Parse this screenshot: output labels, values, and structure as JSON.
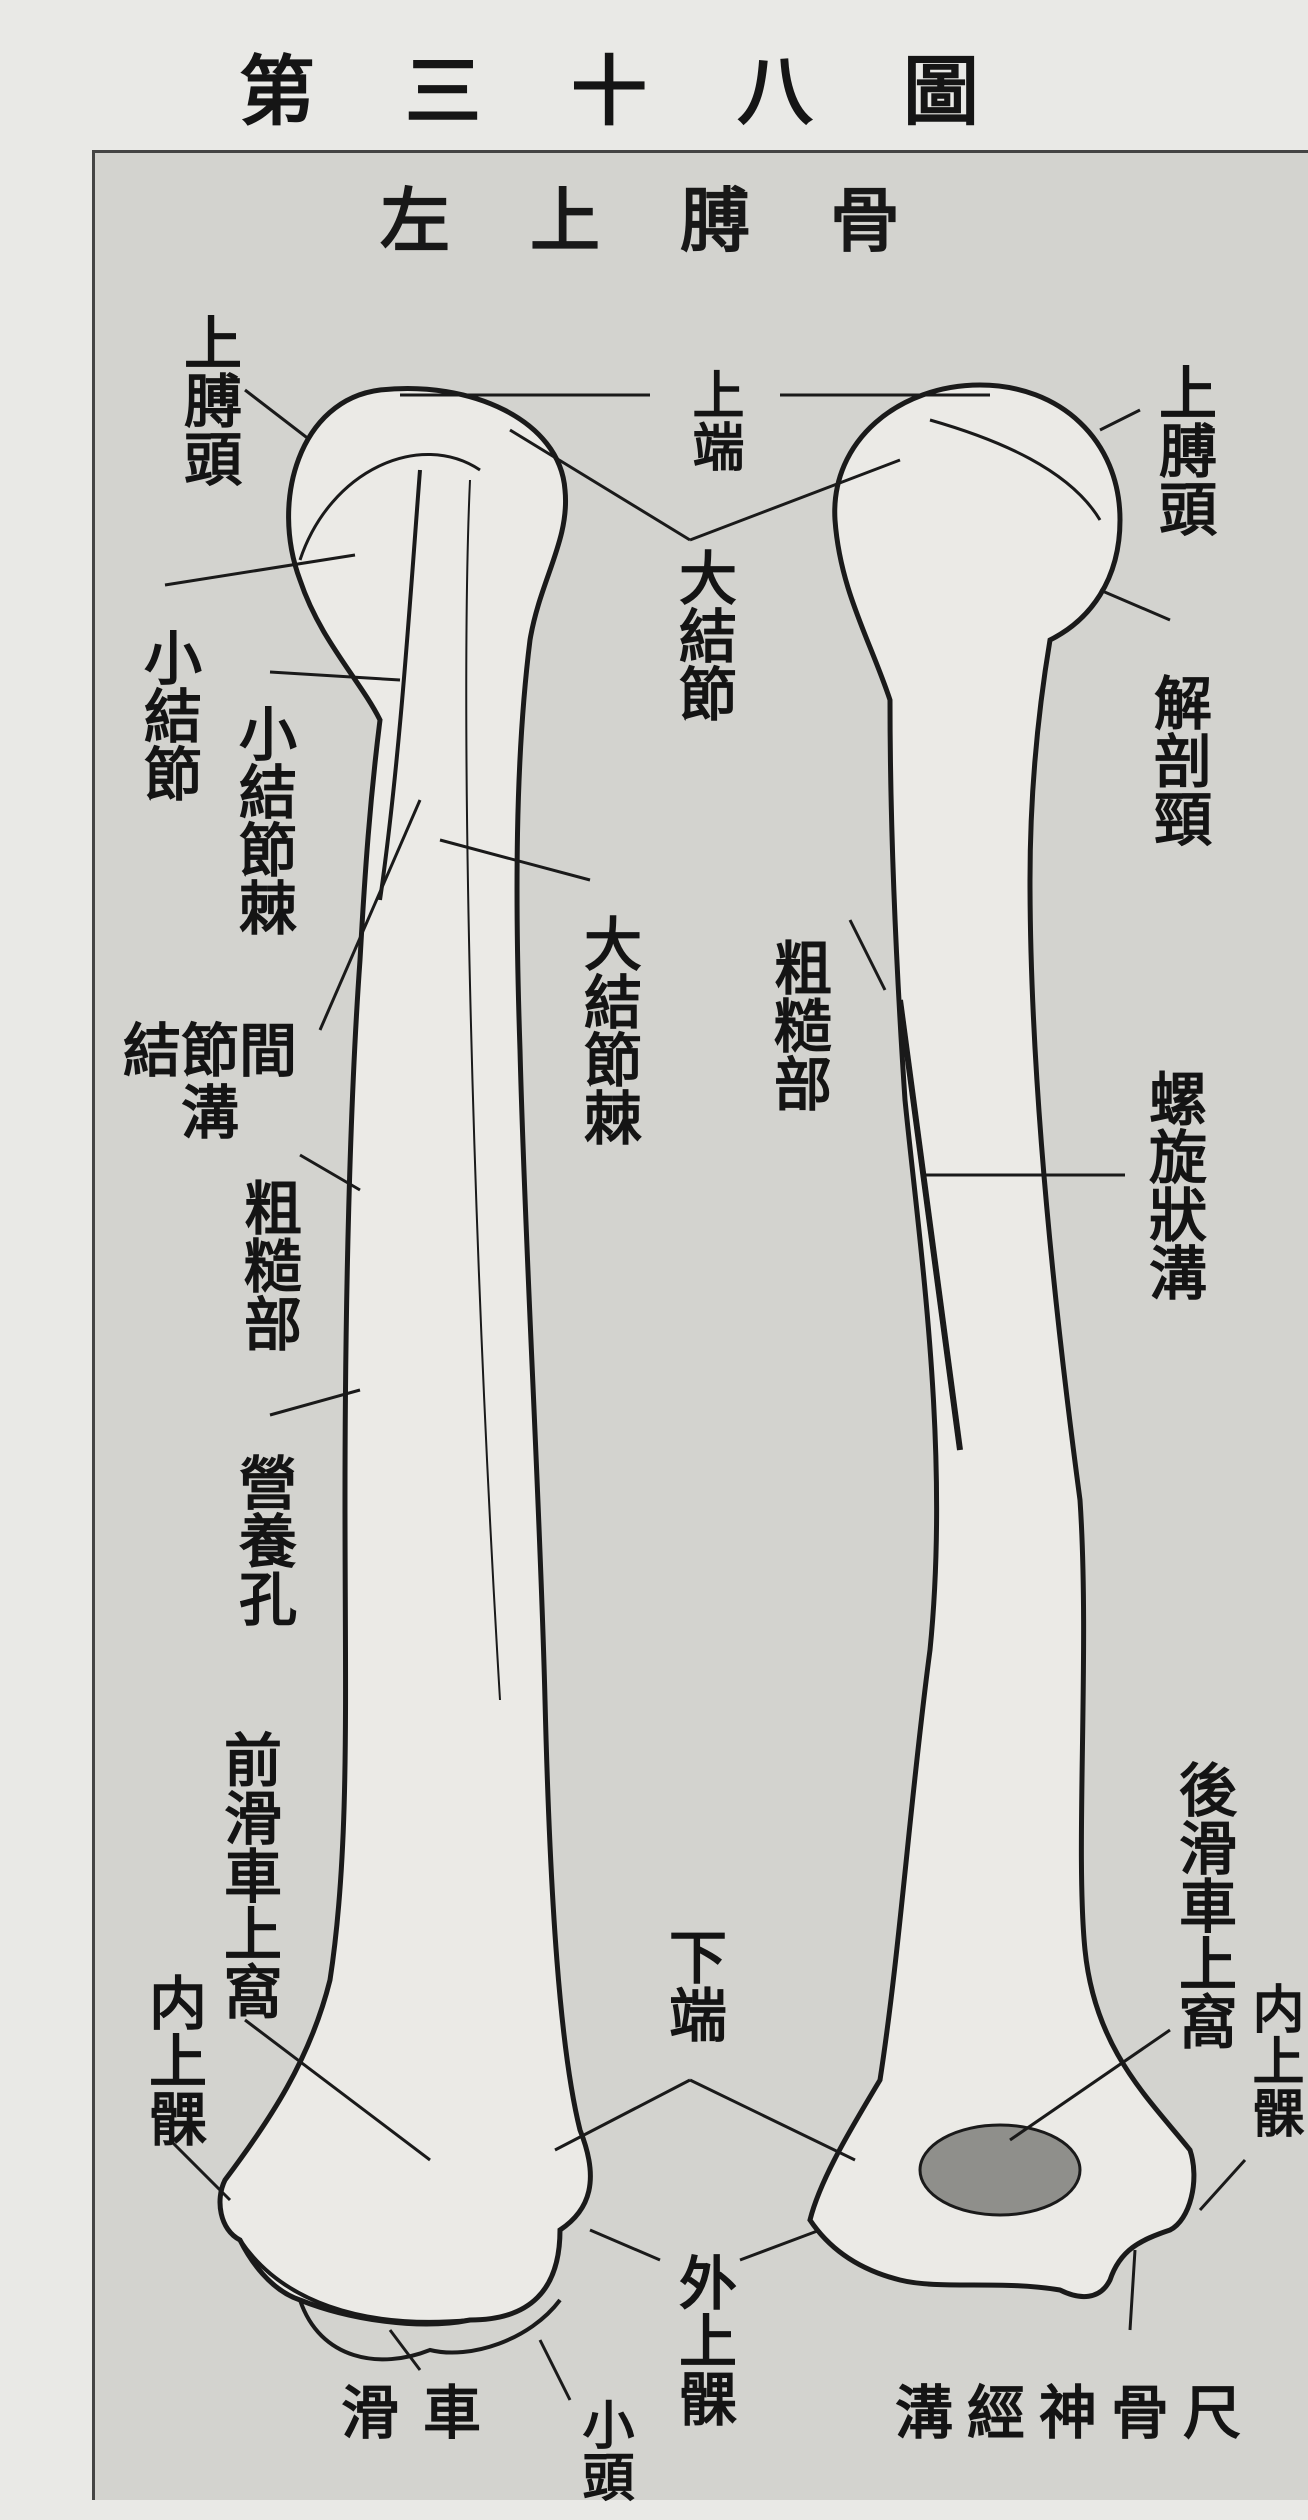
{
  "figure_title": "第三十八圖",
  "subtitle": "左上膊骨",
  "labels": {
    "head_left": "上膊頭",
    "head_right": "上膊頭",
    "upper_end": "上端",
    "greater_tubercle": "大結節",
    "lesser_tubercle": "小結節",
    "lesser_tubercle_crest": "小結節棘",
    "greater_tubercle_crest": "大結節棘",
    "intertubercular_groove": "結節間溝",
    "anatomical_neck": "解剖頸",
    "tuberosity_right": "粗糙部",
    "tuberosity_left": "粗糙部",
    "spiral_groove": "螺旋狀溝",
    "nutrient_foramen": "營養孔",
    "anterior_fossa": "前滑車上窩",
    "posterior_fossa": "後滑車上窩",
    "medial_epicondyle_left": "内上髁",
    "medial_epicondyle_right": "内上髁",
    "lower_end": "下端",
    "lateral_epicondyle": "外上髁",
    "trochlea": "滑車",
    "capitulum": "小頭",
    "ulnar_nerve_groove": "尺骨神經溝"
  },
  "colors": {
    "ink": "#141414",
    "bone": "#ebeae6",
    "paper": "#d3d3cf"
  }
}
